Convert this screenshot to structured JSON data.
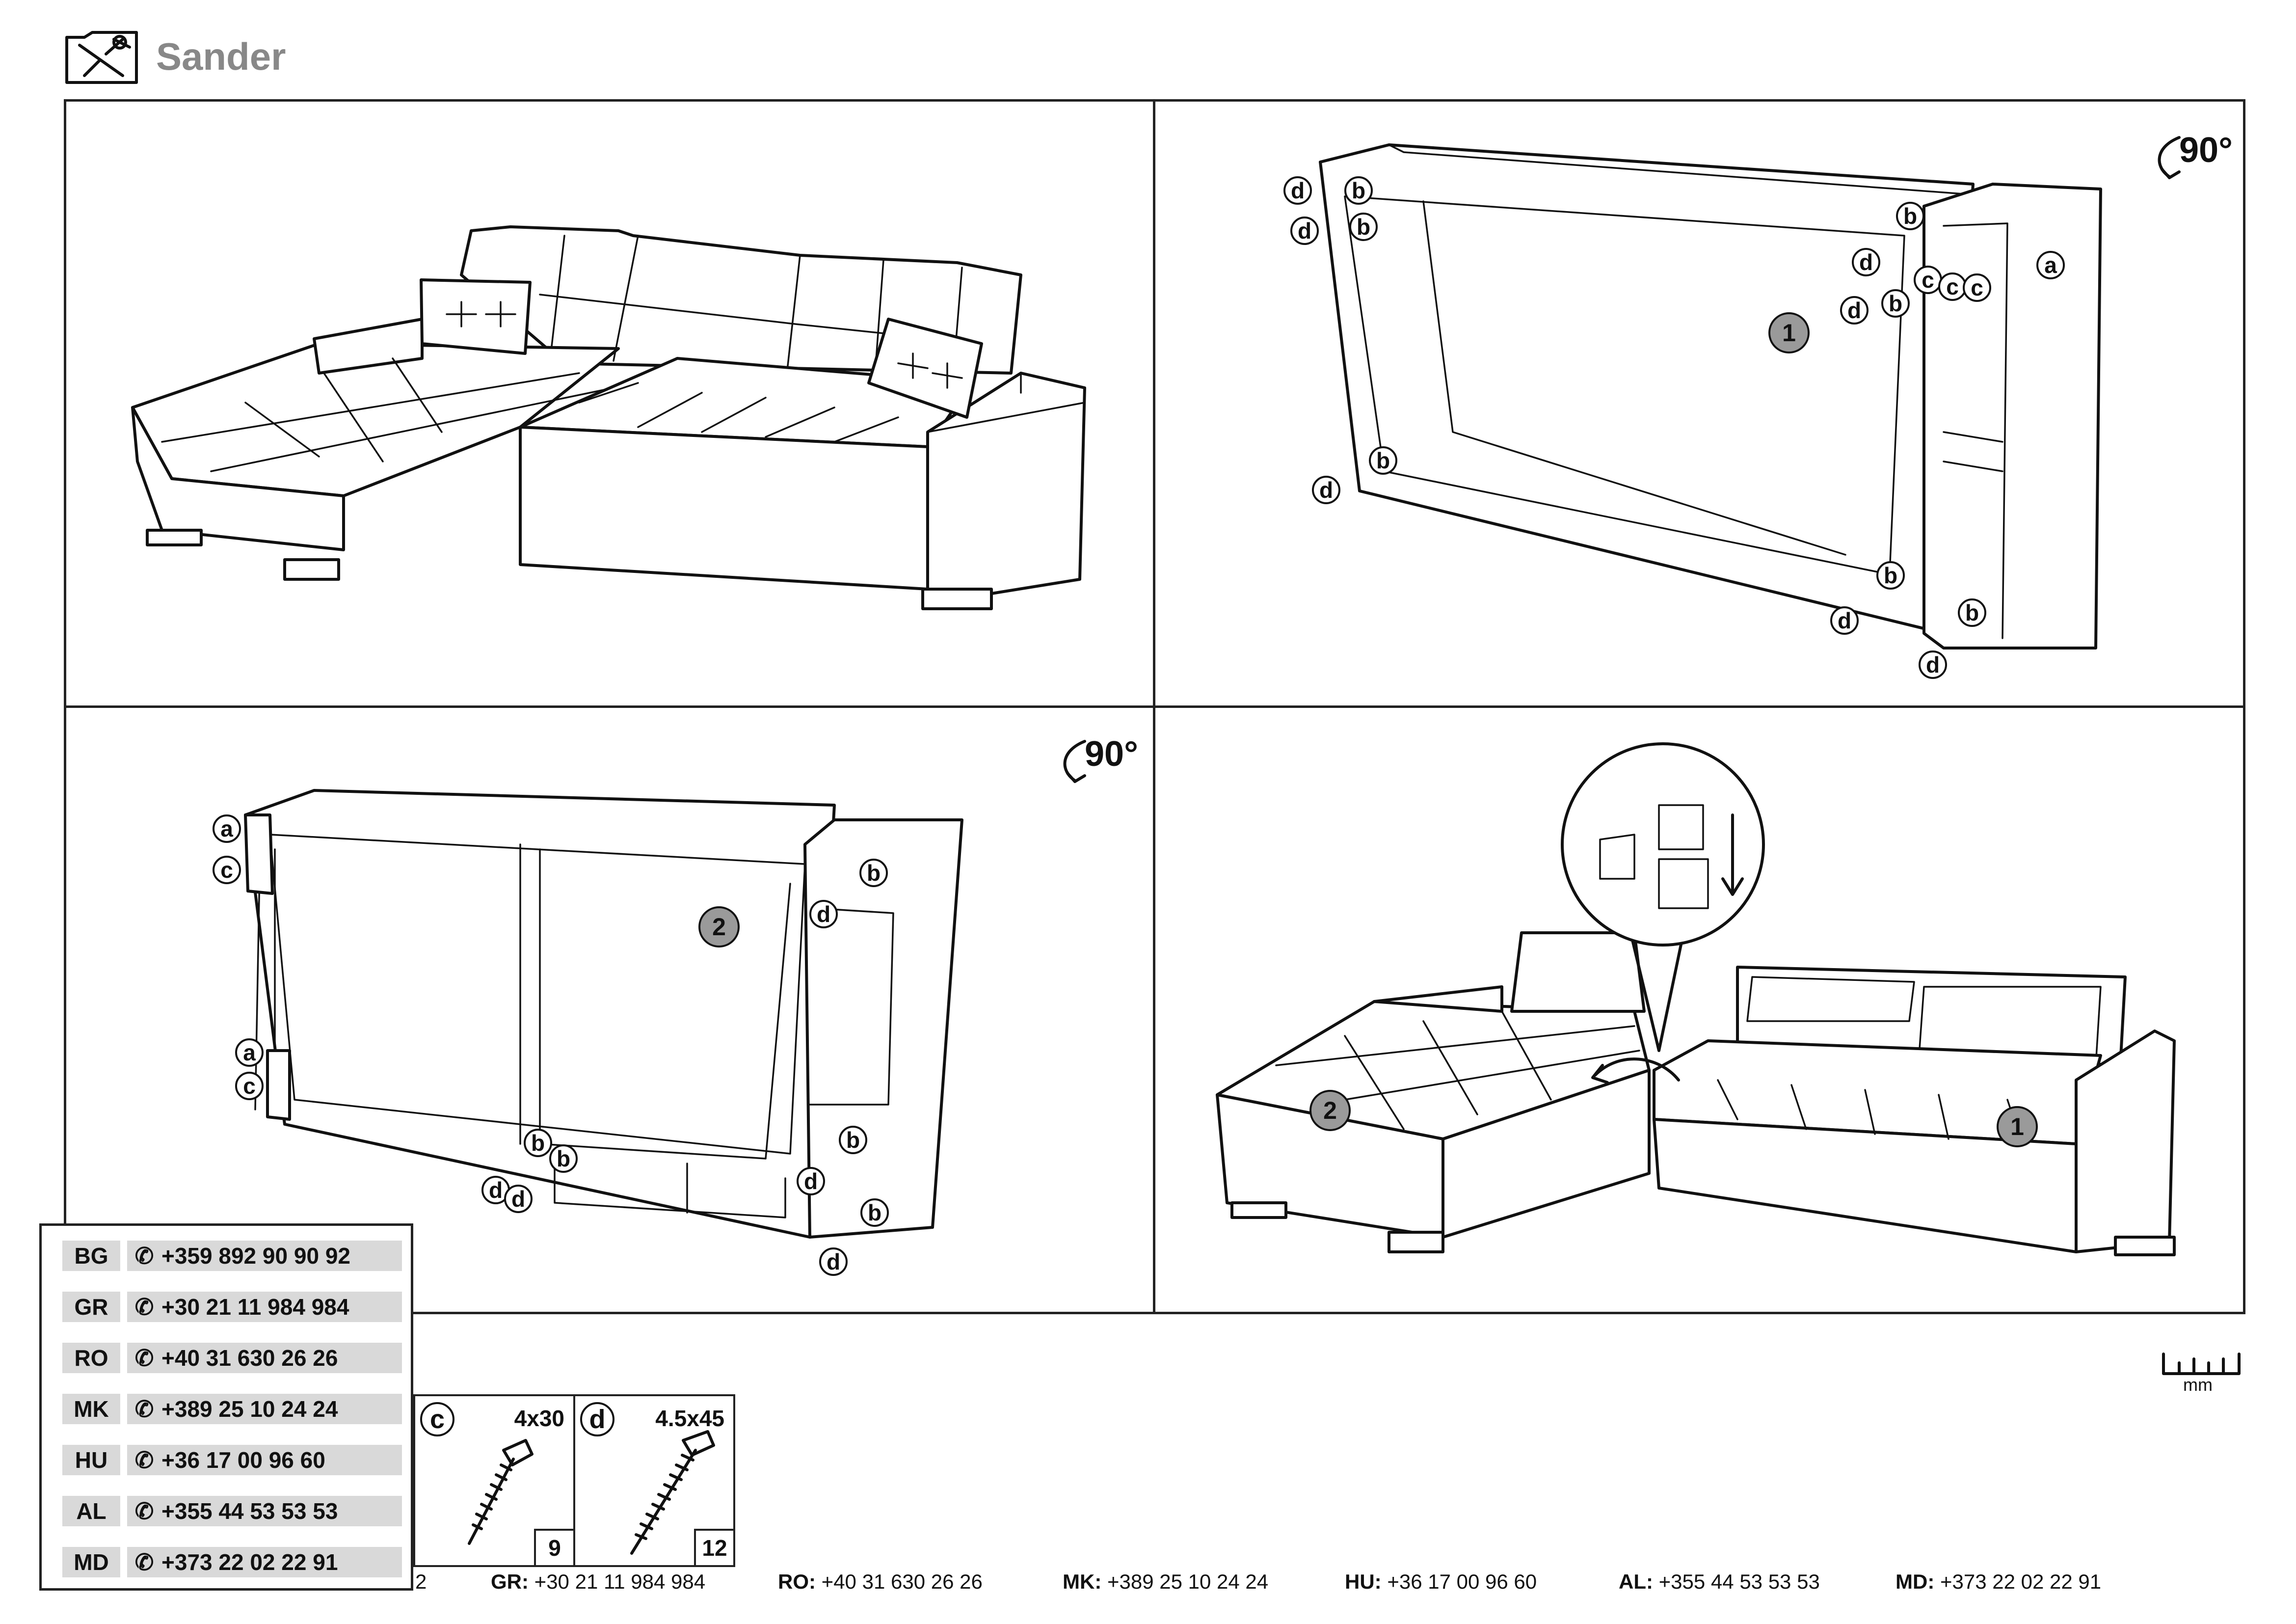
{
  "header": {
    "product_name": "Sander",
    "icon": "tools-icon"
  },
  "panels": [
    {
      "id": 1,
      "rotation": ""
    },
    {
      "id": 2,
      "rotation": "90°",
      "part_number": "1"
    },
    {
      "id": 3,
      "rotation": "90°",
      "part_number": "2"
    },
    {
      "id": 4,
      "rotation": "",
      "left_part": "2",
      "right_part": "1"
    }
  ],
  "labels": {
    "a": "a",
    "b": "b",
    "c": "c",
    "d": "d"
  },
  "contacts": [
    {
      "code": "BG",
      "phone": "+359 892 90 90 92"
    },
    {
      "code": "GR",
      "phone": "+30 21 11 984 984"
    },
    {
      "code": "RO",
      "phone": "+40 31 630 26 26"
    },
    {
      "code": "MK",
      "phone": "+389 25 10 24 24"
    },
    {
      "code": "HU",
      "phone": "+36 17 00 96 60"
    },
    {
      "code": "AL",
      "phone": "+355 44 53 53 53"
    },
    {
      "code": "MD",
      "phone": "+373 22 02 22 91"
    }
  ],
  "screws": [
    {
      "letter": "c",
      "size": "4x30",
      "qty": "9"
    },
    {
      "letter": "d",
      "size": "4.5x45",
      "qty": "12"
    }
  ],
  "footer": [
    {
      "code": "",
      "phone": "2"
    },
    {
      "code": "GR:",
      "phone": "+30 21 11 984 984"
    },
    {
      "code": "RO:",
      "phone": "+40 31 630 26 26"
    },
    {
      "code": "MK:",
      "phone": "+389 25 10 24 24"
    },
    {
      "code": "HU:",
      "phone": "+36 17 00 96 60"
    },
    {
      "code": "AL:",
      "phone": "+355 44 53 53 53"
    },
    {
      "code": "MD:",
      "phone": "+373 22 02 22 91"
    }
  ],
  "ruler": {
    "unit": "mm",
    "icon": "ruler-icon"
  },
  "icons": {
    "phone": "phone-icon",
    "screw": "screw-icon",
    "rotation": "rotate-arrow-icon",
    "hinge": "hinge-bracket-icon"
  }
}
